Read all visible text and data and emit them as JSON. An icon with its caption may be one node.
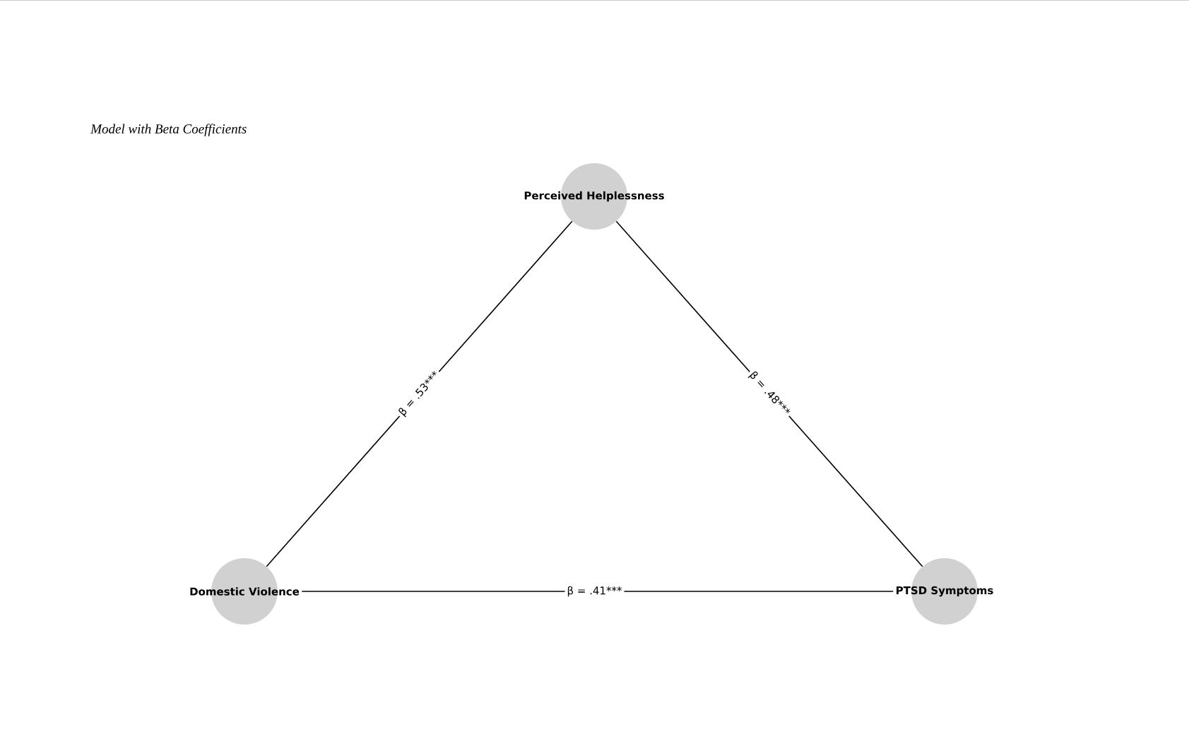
{
  "diagram": {
    "title": "Model with Beta Coefficients",
    "nodes": [
      {
        "text": [
          "Perceived Helplessness"
        ]
      },
      {
        "text": [
          "Domestic Violence"
        ]
      },
      {
        "text": [
          "PTSD Symptoms"
        ]
      }
    ],
    "edges": [
      {
        "from": 1,
        "to": 0,
        "arrow": "none",
        "label": "β = .53***"
      },
      {
        "from": 0,
        "to": 2,
        "arrow": "none",
        "label": "β = .48***"
      },
      {
        "from": 1,
        "to": 2,
        "arrow": "none",
        "label": "β = .41***"
      }
    ]
  }
}
